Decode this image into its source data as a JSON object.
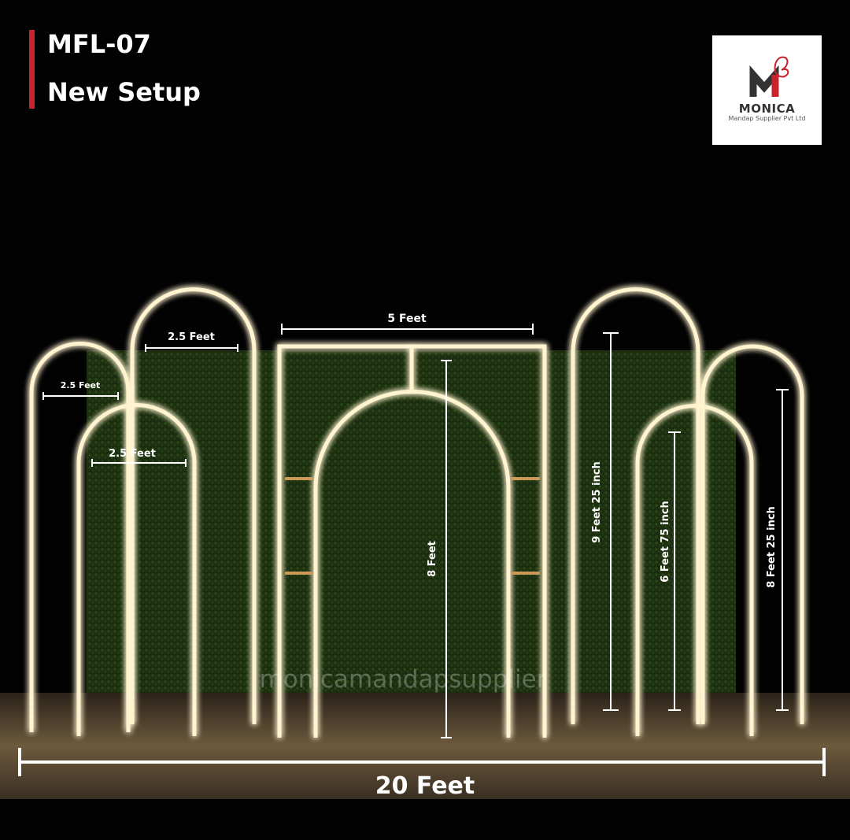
{
  "header": {
    "code": "MFL-07",
    "subtitle": "New Setup"
  },
  "logo": {
    "brand": "MONICA",
    "tagline": "Mandap Supplier Pvt Ltd",
    "mark": "M"
  },
  "watermark": "monicamandapsupplier",
  "dimensions": {
    "left_outer_width": "2.5 Feet",
    "left_tall_width": "2.5 Feet",
    "left_front_width": "2.5 Feet",
    "center_width": "5 Feet",
    "center_height": "8 Feet",
    "right_tall_height": "9 Feet 25 inch",
    "right_front_height": "6 Feet 75 inch",
    "right_outer_height": "8 Feet 25 inch",
    "total_width": "20 Feet"
  },
  "colors": {
    "accent": "#c8232c",
    "glow": "#ffd27a",
    "hedge": "#1f3312"
  }
}
